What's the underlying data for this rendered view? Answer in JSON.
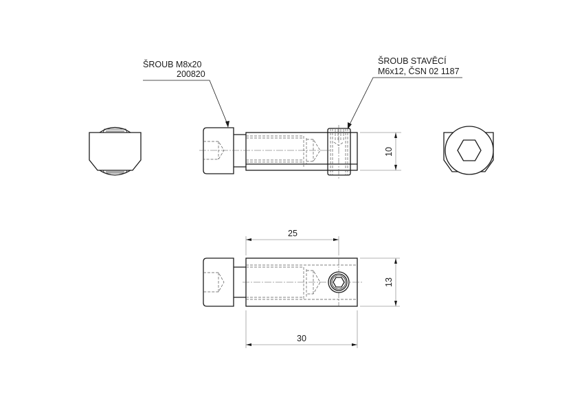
{
  "drawing": {
    "type": "technical-drawing",
    "annotations": {
      "screw_main": {
        "line1": "ŠROUB M8x20",
        "line2": "200820"
      },
      "set_screw": {
        "line1": "ŠROUB STAVĚCÍ",
        "line2": "M6x12, ČSN 02 1187"
      }
    },
    "dimensions": {
      "height_top_view": "10",
      "length_to_set_screw": "25",
      "overall_length": "30",
      "height_bottom_view": "13"
    },
    "views": [
      "left-view",
      "front-view",
      "right-view",
      "bottom-view"
    ],
    "colors": {
      "line": "#1a1a1a",
      "dimension_line": "#9a9a9a",
      "background": "#ffffff"
    }
  }
}
